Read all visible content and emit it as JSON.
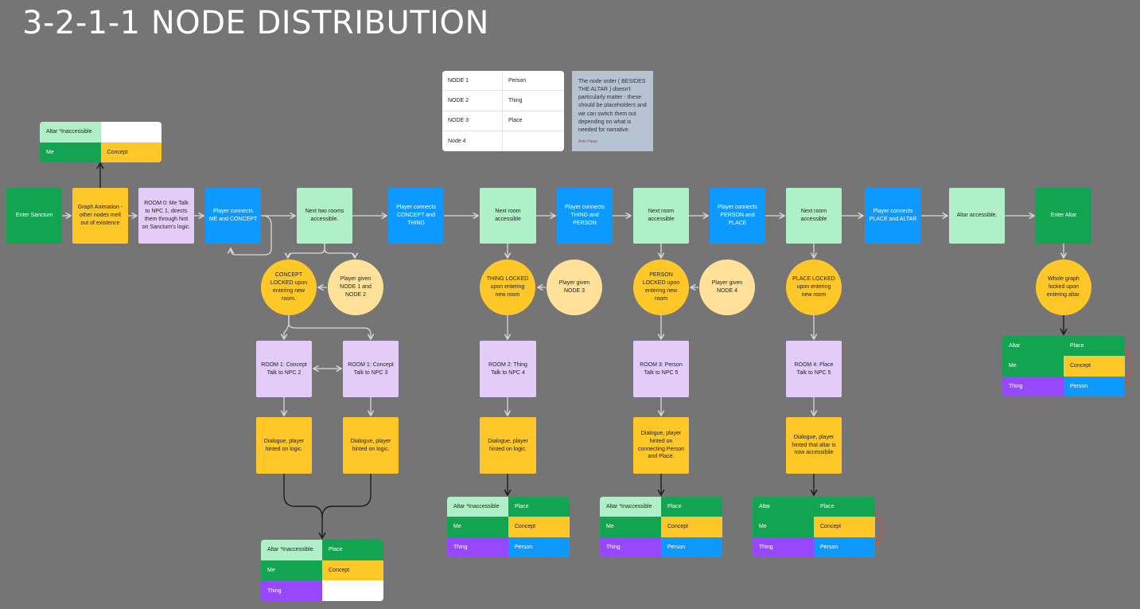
{
  "title": "3-2-1-1 NODE DISTRIBUTION",
  "node_table": [
    {
      "node": "NODE 1",
      "type": "Person"
    },
    {
      "node": "NODE 2",
      "type": "Thing"
    },
    {
      "node": "NODE 3",
      "type": "Place"
    },
    {
      "node": "Node 4",
      "type": ""
    }
  ],
  "note": {
    "text": "The node order ( BESIDES THE ALTAR ) doesn't particularly matter - these should be placeholders and we can switch them out depending on what is needed for narrative.",
    "author": "Anik Panja"
  },
  "flow": {
    "enter_sanctum": "Enter Sanctum",
    "graph_animation": "Graph Animation - other nodes melt out of existence",
    "room0": "ROOM 0: Me Talk to NPC 1, directs them through hint on Sanctum's logic.",
    "connect_me_concept": "Player connects ME and CONCEPT",
    "next_two_rooms": "Next two rooms accessible.",
    "connect_concept_thing": "Player connects CONCEPT and THING",
    "next_room_a": "Next room accessible",
    "connect_thing_person": "Player connects THING and PERSON",
    "next_room_b": "Next room accessible",
    "connect_person_place": "Player connects PERSON and PLACE",
    "next_room_c": "Next room accessible",
    "connect_place_altar": "Player connects PLACE and ALTAR",
    "altar_accessible": "Altar accessible.",
    "enter_altar": "Enter Altar",
    "concept_locked": "CONCEPT LOCKED upon entering new room.",
    "given_node12": "Player given NODE 1 and NODE 2",
    "thing_locked": "THING LOCKED upon entering new room",
    "given_node3": "Player given NODE 3",
    "person_locked": "PERSON LOCKED upon entering new room",
    "given_node4": "Player given NODE 4",
    "place_locked": "PLACE LOCKED upon entering new room",
    "whole_graph": "Whole graph locked upon entering altar.",
    "room1_npc2": "ROOM 1: Concept Talk to NPC 2",
    "room1_npc3": "ROOM 1: Concept Talk to NPC 3",
    "room2": "ROOM 2: Thing Talk to NPC 4",
    "room3": "ROOM 3: Person Talk to NPC 5",
    "room4": "ROOM 4: Place Talk to NPC 5",
    "dlg1": "Dialogue, player hinted on logic.",
    "dlg2": "Dialogue, player hinted on logic.",
    "dlg3": "Dialogue, player hinted on logic.",
    "dlg4": "Dialogue, player hinted on connecting Person and Place.",
    "dlg5": "Dialogue, player hinted that altar is now accessibile"
  },
  "state_tables": {
    "top": [
      [
        "Altar *Inaccessible",
        ""
      ],
      [
        "Me",
        "Concept"
      ]
    ],
    "after_room1": [
      [
        "Altar *Inaccessible",
        "Place"
      ],
      [
        "Me",
        "Concept"
      ],
      [
        "Thing",
        ""
      ]
    ],
    "after_room2": [
      [
        "Altar *Inaccessible",
        "Place"
      ],
      [
        "Me",
        "Concept"
      ],
      [
        "Thing",
        "Person"
      ]
    ],
    "after_room3": [
      [
        "Altar *Inaccessible",
        "Place"
      ],
      [
        "Me",
        "Concept"
      ],
      [
        "Thing",
        "Person"
      ]
    ],
    "after_room4": [
      [
        "Altar",
        "Place"
      ],
      [
        "Me",
        "Concept"
      ],
      [
        "Thing",
        "Person"
      ]
    ],
    "altar": [
      [
        "Altar",
        "Place"
      ],
      [
        "Me",
        "Concept"
      ],
      [
        "Thing",
        "Person"
      ]
    ]
  },
  "colors": {
    "background": "#757575",
    "green": "#12a450",
    "light_green": "#b0f0c8",
    "blue": "#0d99ff",
    "yellow": "#ffc828",
    "lavender": "#e3cdf8",
    "purple": "#9747ff",
    "connector": "#d9d9d9",
    "link_red": "#f24822"
  }
}
